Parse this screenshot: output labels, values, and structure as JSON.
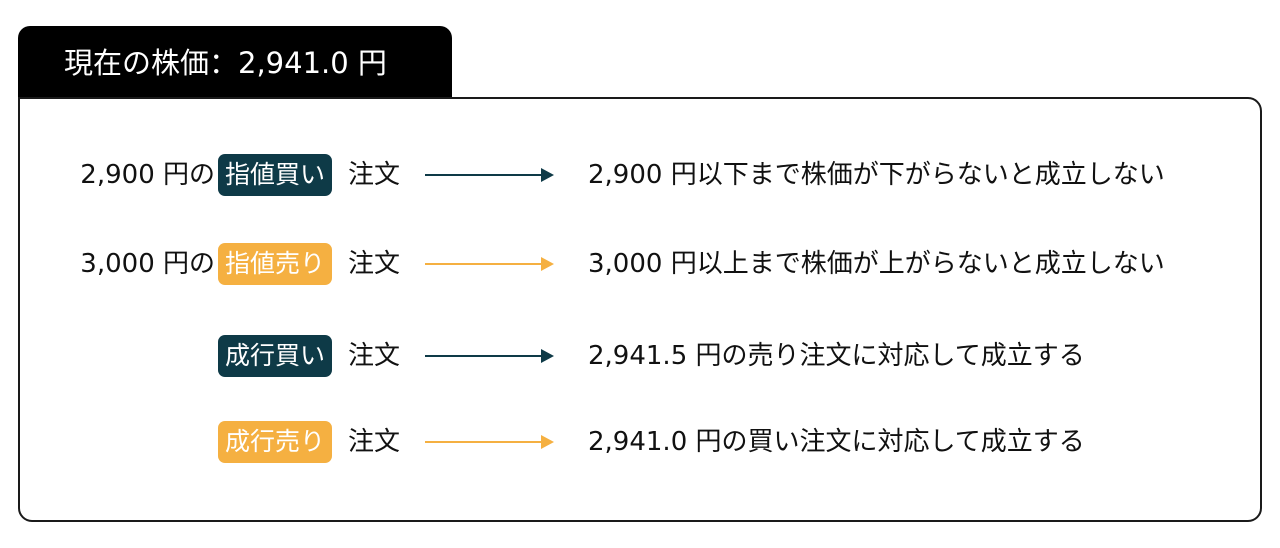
{
  "title": "現在の株価：2,941.0 円",
  "colors": {
    "buy": "#0e3a47",
    "sell": "#f5b041",
    "title_bg": "#000000"
  },
  "rows": [
    {
      "lead": "2,900 円の",
      "badge": "指値買い",
      "type": "buy",
      "suffix": "注文",
      "result": "2,900 円以下まで株価が下がらないと成立しない"
    },
    {
      "lead": "3,000 円の",
      "badge": "指値売り",
      "type": "sell",
      "suffix": "注文",
      "result": "3,000 円以上まで株価が上がらないと成立しない"
    },
    {
      "lead": "",
      "badge": "成行買い",
      "type": "buy",
      "suffix": "注文",
      "result": "2,941.5 円の売り注文に対応して成立する"
    },
    {
      "lead": "",
      "badge": "成行売り",
      "type": "sell",
      "suffix": "注文",
      "result": "2,941.0 円の買い注文に対応して成立する"
    }
  ]
}
